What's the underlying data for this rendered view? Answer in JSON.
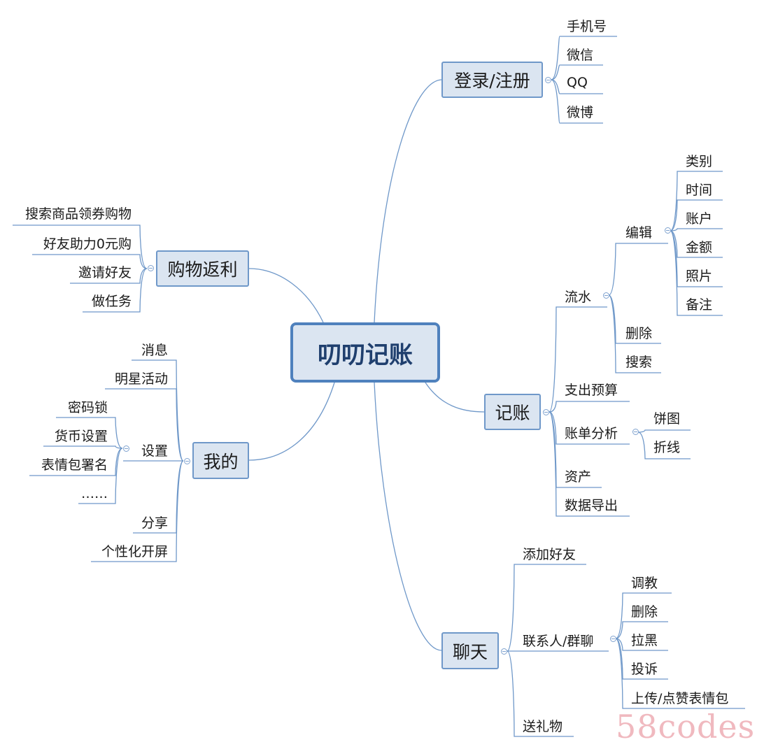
{
  "colors": {
    "line": "#6f98c9",
    "node_fill": "#dbe5f1",
    "root_border": "#4f81bd"
  },
  "root": {
    "label": "叨叨记账"
  },
  "branches": {
    "login": {
      "label": "登录/注册",
      "items": [
        "手机号",
        "微信",
        "QQ",
        "微博"
      ]
    },
    "bookkeeping": {
      "label": "记账",
      "flow": {
        "label": "流水",
        "edit": {
          "label": "编辑",
          "items": [
            "类别",
            "时间",
            "账户",
            "金额",
            "照片",
            "备注"
          ]
        },
        "delete": "删除",
        "search": "搜索"
      },
      "budget": "支出预算",
      "analysis": {
        "label": "账单分析",
        "items": [
          "饼图",
          "折线"
        ]
      },
      "assets": "资产",
      "export": "数据导出"
    },
    "chat": {
      "label": "聊天",
      "add_friend": "添加好友",
      "contacts": {
        "label": "联系人/群聊",
        "items": [
          "调教",
          "删除",
          "拉黑",
          "投诉",
          "上传/点赞表情包"
        ]
      },
      "gift": "送礼物"
    },
    "shopping": {
      "label": "购物返利",
      "items": [
        "搜索商品领券购物",
        "好友助力0元购",
        "邀请好友",
        "做任务"
      ]
    },
    "mine": {
      "label": "我的",
      "messages": "消息",
      "star_activity": "明星活动",
      "settings": {
        "label": "设置",
        "items": [
          "密码锁",
          "货币设置",
          "表情包署名",
          "……"
        ]
      },
      "share": "分享",
      "splash": "个性化开屏"
    }
  },
  "watermark": "58codes"
}
